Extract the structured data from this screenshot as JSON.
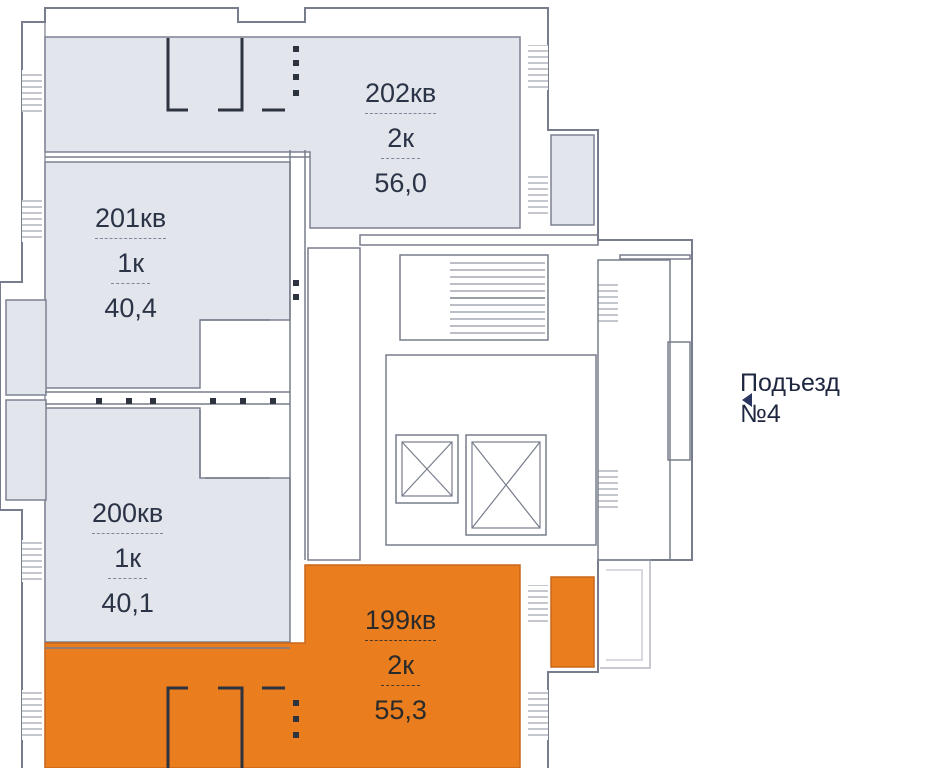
{
  "apartments": [
    {
      "id": "202",
      "number": "202кв",
      "rooms": "2к",
      "area": "56,0",
      "status": "available"
    },
    {
      "id": "201",
      "number": "201кв",
      "rooms": "1к",
      "area": "40,4",
      "status": "available"
    },
    {
      "id": "200",
      "number": "200кв",
      "rooms": "1к",
      "area": "40,1",
      "status": "available"
    },
    {
      "id": "199",
      "number": "199кв",
      "rooms": "2к",
      "area": "55,3",
      "status": "highlighted"
    }
  ],
  "entrance": {
    "line1": "Подъезд",
    "line2": "№4"
  },
  "colors": {
    "apartment_fill": "#e3e5ec",
    "highlight_fill": "#ea7d1e",
    "wall": "#777d8c",
    "label": "#2b3346",
    "entrance_arrow": "#2a3660"
  }
}
